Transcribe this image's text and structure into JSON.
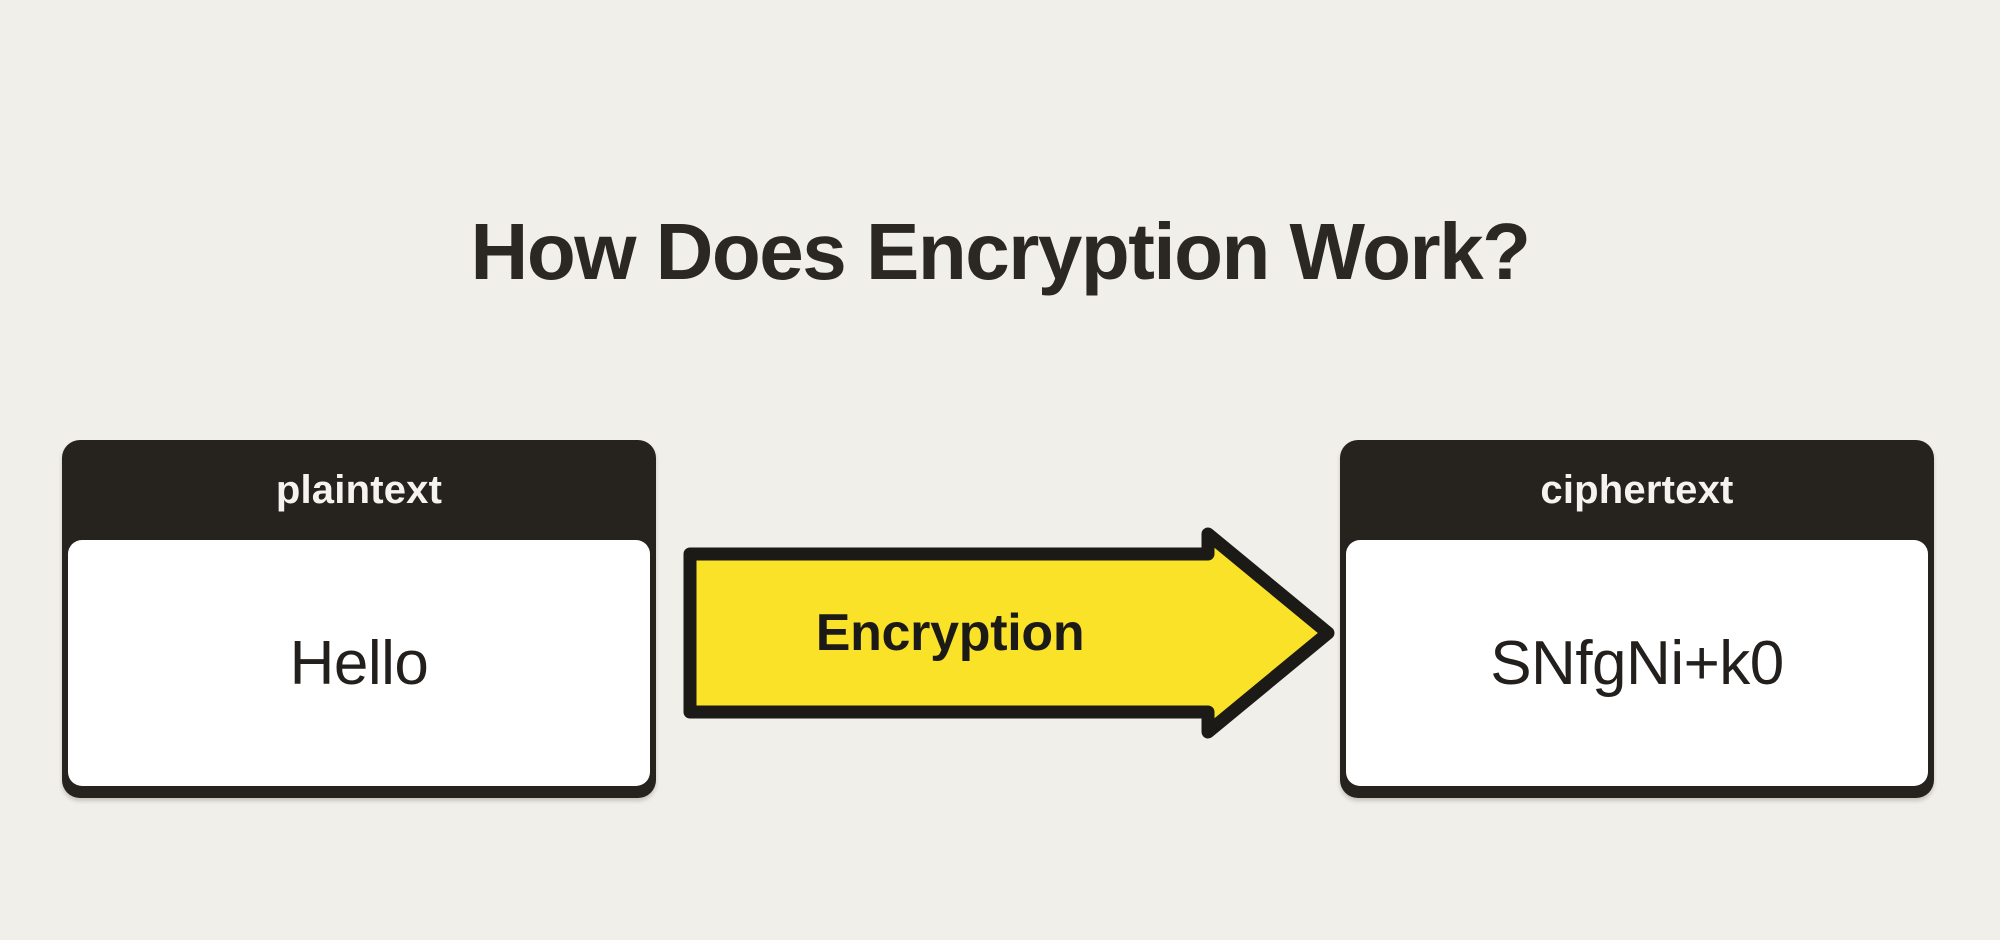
{
  "page": {
    "title": "How Does Encryption Work?",
    "background_color": "#F1EFE9",
    "title_color": "#2B2722"
  },
  "diagram": {
    "type": "flow",
    "accent_color": "#FAE229",
    "box_header_color": "#26231F",
    "box_body_color": "#FFFFFF",
    "nodes": [
      {
        "id": "plaintext",
        "header": "plaintext",
        "value": "Hello",
        "position": "left"
      },
      {
        "id": "ciphertext",
        "header": "ciphertext",
        "value": "SNfgNi+k0",
        "position": "right"
      }
    ],
    "connector": {
      "id": "encryption-arrow",
      "label": "Encryption",
      "direction": "right",
      "fill": "#FAE229",
      "stroke": "#1C1A17",
      "icon": "right-arrow-icon"
    }
  }
}
